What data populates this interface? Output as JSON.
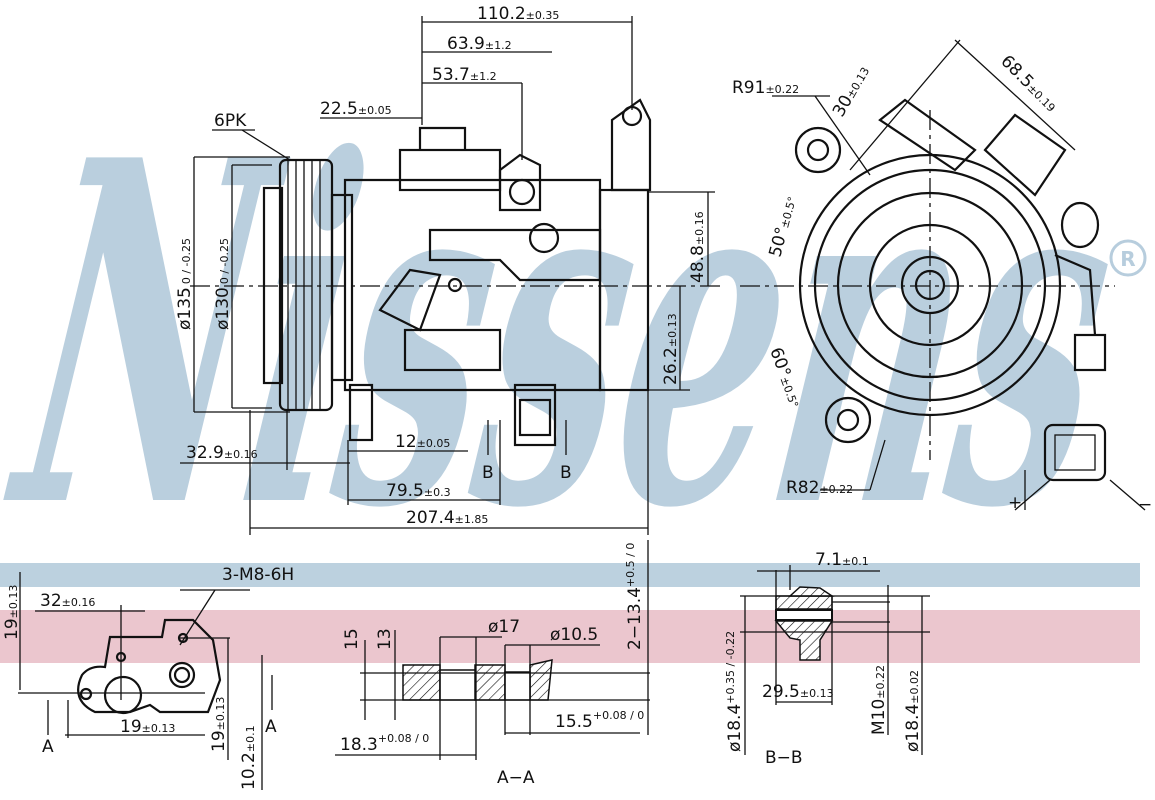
{
  "brand": {
    "name": "Nissens",
    "registered_mark": "®",
    "watermark_color": "#b7cddd",
    "band_blue": "#bcd1df",
    "band_red": "#e9c0c9"
  },
  "front_view": {
    "dims": {
      "overall_top": "110.2",
      "overall_top_tol": "±0.35",
      "d63": "63.9",
      "d63_tol": "±1.2",
      "d53": "53.7",
      "d53_tol": "±1.2",
      "d22": "22.5",
      "d22_tol": "±0.05",
      "pulley": "6PK",
      "dia135": "ø135",
      "dia135_tol": "0 / -0.25",
      "dia130": "ø130",
      "dia130_tol": "0 / -0.25",
      "h48": "48.8",
      "h48_tol": "±0.16",
      "h26": "26.2",
      "h26_tol": "±0.13",
      "d32": "32.9",
      "d32_tol": "±0.16",
      "d12": "12",
      "d12_tol": "±0.05",
      "d79": "79.5",
      "d79_tol": "±0.3",
      "d207": "207.4",
      "d207_tol": "±1.85",
      "section_b_left": "B",
      "section_b_right": "B"
    }
  },
  "side_view": {
    "r91": "R91",
    "r91_tol": "±0.22",
    "a30": "30",
    "a30_tol": "±0.13",
    "d68": "68.5",
    "d68_tol": "±0.19",
    "ang50": "50°",
    "ang50_tol": "±0.5°",
    "ang60": "60°",
    "ang60_tol": "±0.5°",
    "r82": "R82",
    "r82_tol": "±0.22",
    "plus": "+",
    "minus": "−"
  },
  "flange_view": {
    "thread": "3-M8-6H",
    "d32": "32",
    "d32_tol": "±0.16",
    "h19": "19",
    "h19_tol": "±0.13",
    "w19": "19",
    "w19_tol": "±0.13",
    "v19": "19",
    "v19_tol": "±0.13",
    "v10": "10.2",
    "v10_tol": "±0.1",
    "sec_a1": "A",
    "sec_a2": "A"
  },
  "section_aa": {
    "h15": "15",
    "h13": "13",
    "dia17": "ø17",
    "dia10": "ø10.5",
    "d18": "18.3",
    "d18_tol": "+0.08 / 0",
    "d15": "15.5",
    "d15_tol": "+0.08 / 0",
    "d2x13": "2−13.4",
    "d2x13_tol": "+0.5 / 0",
    "title": "A−A"
  },
  "section_bb": {
    "d7": "7.1",
    "d7_tol": "±0.1",
    "d29": "29.5",
    "d29_tol": "±0.13",
    "dia18a": "ø18.4",
    "dia18a_tol": "+0.35 / -0.22",
    "m10": "M10",
    "m10_tol": "±0.22",
    "dia18b": "ø18.4",
    "dia18b_tol": "±0.02",
    "title": "B−B"
  }
}
